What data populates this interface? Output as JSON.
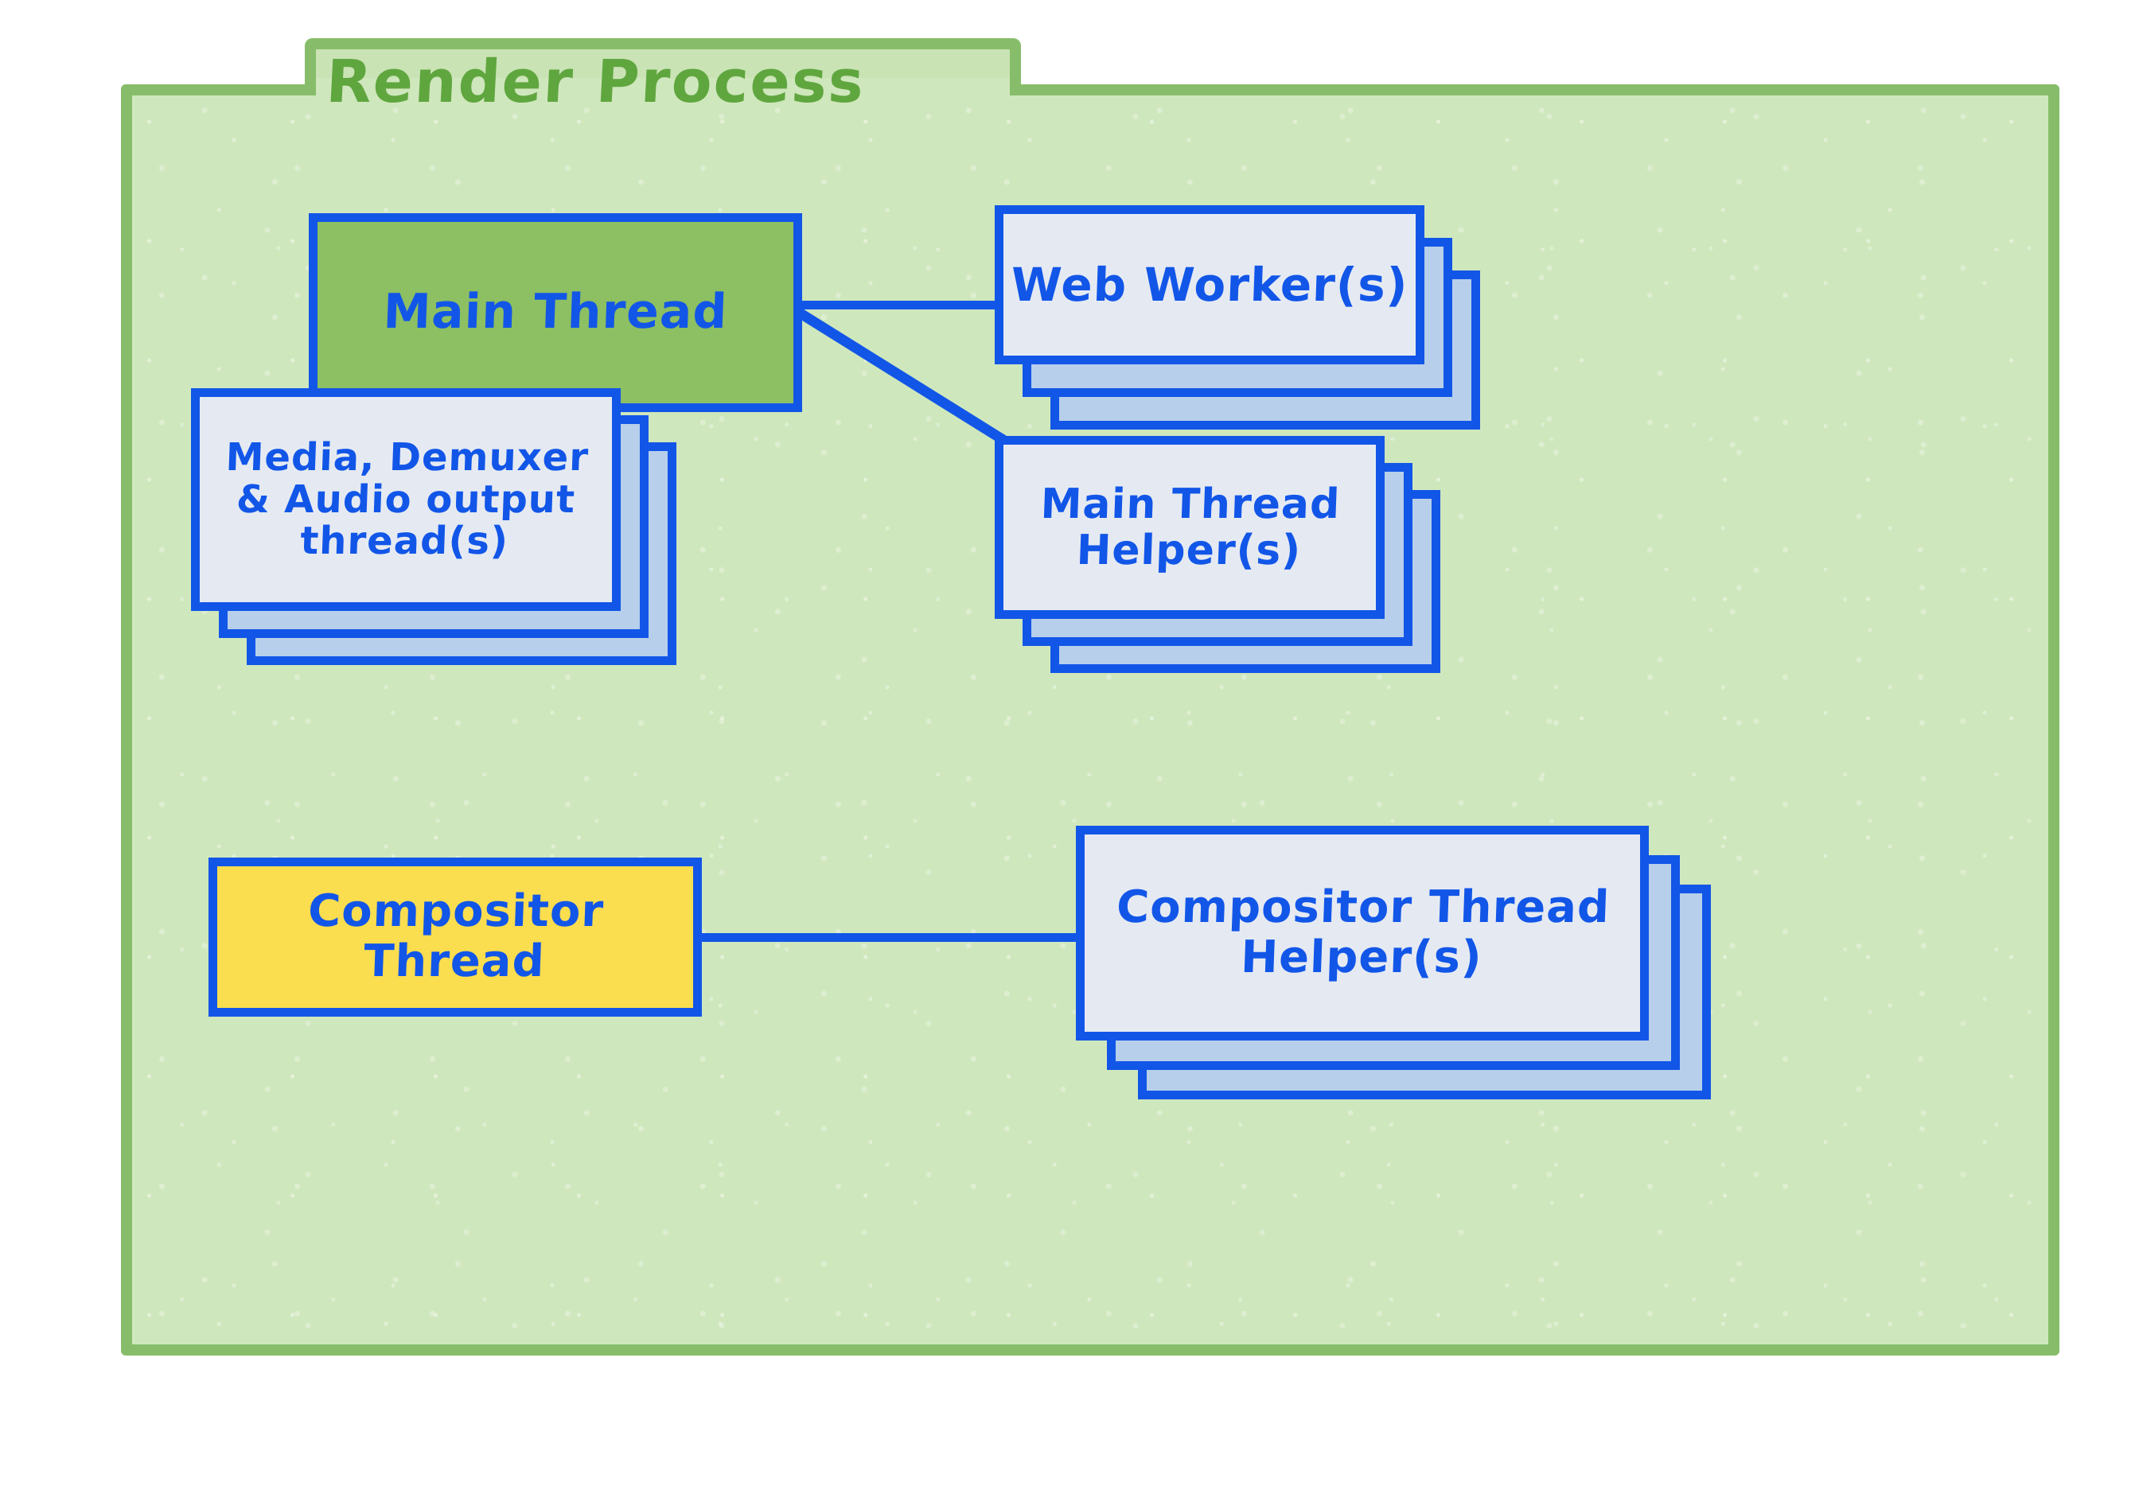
{
  "process": {
    "title": "Render Process",
    "tab_color": "#87bd6a",
    "panel_fill": "#cfe7bc",
    "title_color": "#5fa63f"
  },
  "palette": {
    "stroke_blue": "#1256e8",
    "text_blue": "#1256e8",
    "card_front": "#e5eaf2",
    "card_back": "#b7cfea",
    "main_thread_fill": "#8dbf63",
    "compositor_fill": "#fbdd50"
  },
  "nodes": [
    {
      "id": "main-thread",
      "label": "Main Thread",
      "style": "solid-green",
      "stacked": false,
      "fill": "#8dbf63"
    },
    {
      "id": "web-worker",
      "label": "Web Worker(s)",
      "style": "stacked",
      "stacked": true,
      "stack_count": 3,
      "fill": "#e5eaf2"
    },
    {
      "id": "media-demuxer-audio",
      "label": "Media, Demuxer\n& Audio output\nthread(s)",
      "style": "stacked",
      "stacked": true,
      "stack_count": 3,
      "fill": "#e5eaf2"
    },
    {
      "id": "main-thread-helper",
      "label": "Main Thread\nHelper(s)",
      "style": "stacked",
      "stacked": true,
      "stack_count": 3,
      "fill": "#e5eaf2"
    },
    {
      "id": "compositor-thread",
      "label": "Compositor Thread",
      "style": "solid-yellow",
      "stacked": false,
      "fill": "#fbdd50"
    },
    {
      "id": "compositor-thread-helper",
      "label": "Compositor Thread\nHelper(s)",
      "style": "stacked",
      "stacked": true,
      "stack_count": 3,
      "fill": "#e5eaf2"
    }
  ],
  "connections": [
    {
      "from": "main-thread",
      "to": "web-worker",
      "kind": "horizontal"
    },
    {
      "from": "main-thread",
      "to": "media-demuxer-audio",
      "kind": "vertical"
    },
    {
      "from": "main-thread",
      "to": "main-thread-helper",
      "kind": "diagonal"
    },
    {
      "from": "compositor-thread",
      "to": "compositor-thread-helper",
      "kind": "horizontal"
    }
  ]
}
